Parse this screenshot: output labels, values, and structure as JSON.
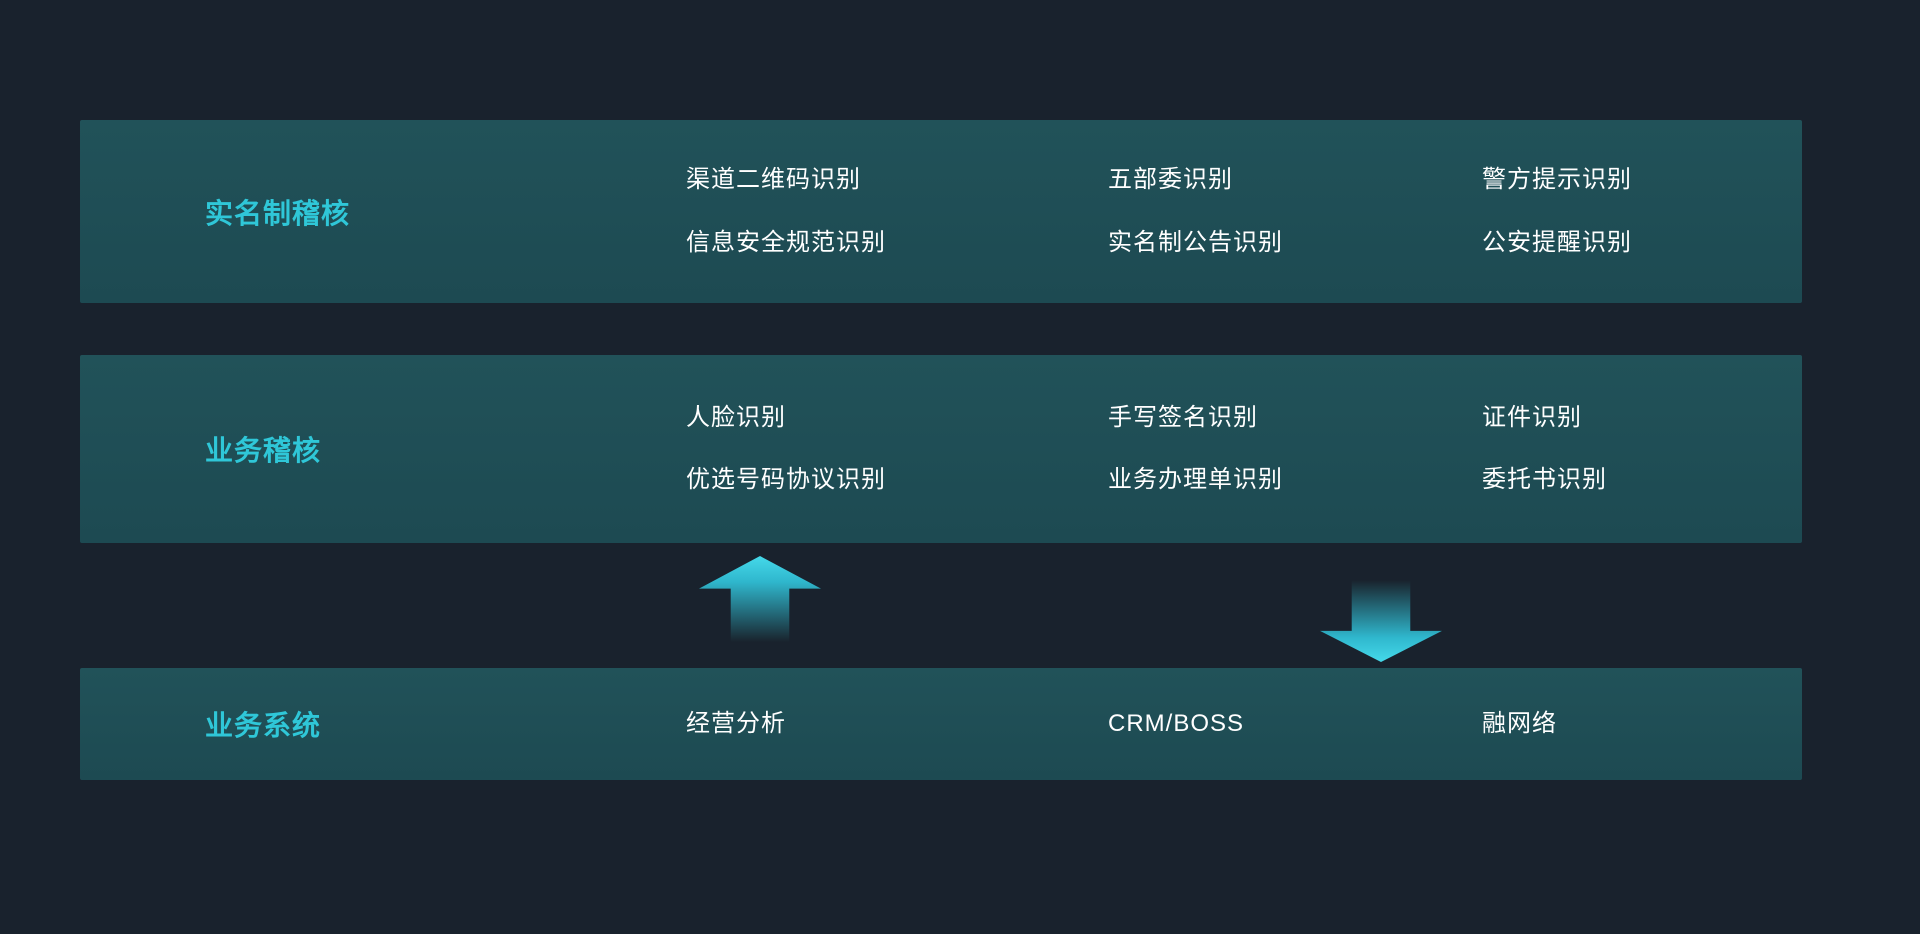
{
  "colors": {
    "background": "#19222d",
    "panel": "#1e4d55",
    "accent": "#2fc7d8",
    "text": "#ffffff"
  },
  "rows": [
    {
      "label": "实名制稽核",
      "columns": [
        [
          "渠道二维码识别",
          "信息安全规范识别"
        ],
        [
          "五部委识别",
          "实名制公告识别"
        ],
        [
          "警方提示识别",
          "公安提醒识别"
        ]
      ]
    },
    {
      "label": "业务稽核",
      "columns": [
        [
          "人脸识别",
          "优选号码协议识别"
        ],
        [
          "手写签名识别",
          "业务办理单识别"
        ],
        [
          "证件识别",
          "委托书识别"
        ]
      ]
    },
    {
      "label": "业务系统",
      "columns": [
        [
          "经营分析"
        ],
        [
          "CRM/BOSS"
        ],
        [
          "融网络"
        ]
      ]
    }
  ],
  "arrows": [
    {
      "direction": "up"
    },
    {
      "direction": "down"
    }
  ]
}
